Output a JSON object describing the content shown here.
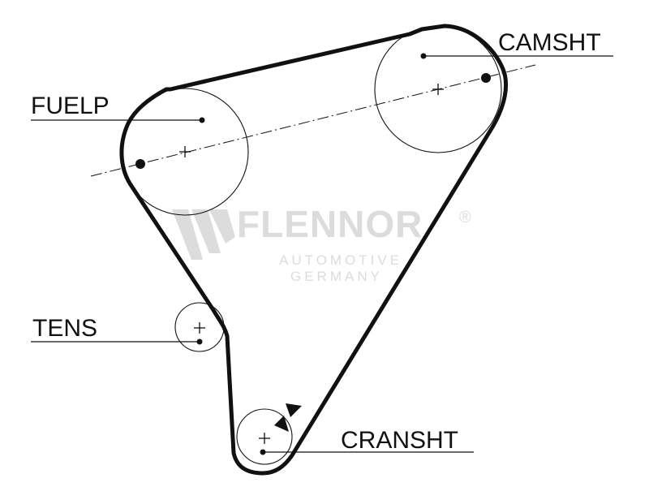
{
  "diagram": {
    "labels": {
      "camshaft": "CAMSHT",
      "fuel_pump": "FUELP",
      "tensioner": "TENS",
      "crankshaft": "CRANSHT"
    },
    "watermark": {
      "brand": "FLENNOR",
      "registered": "®",
      "line1": "AUTOMOTIVE",
      "line2": "GERMANY"
    }
  },
  "colors": {
    "ink": "#111111",
    "watermark": "#dcdcdc"
  }
}
